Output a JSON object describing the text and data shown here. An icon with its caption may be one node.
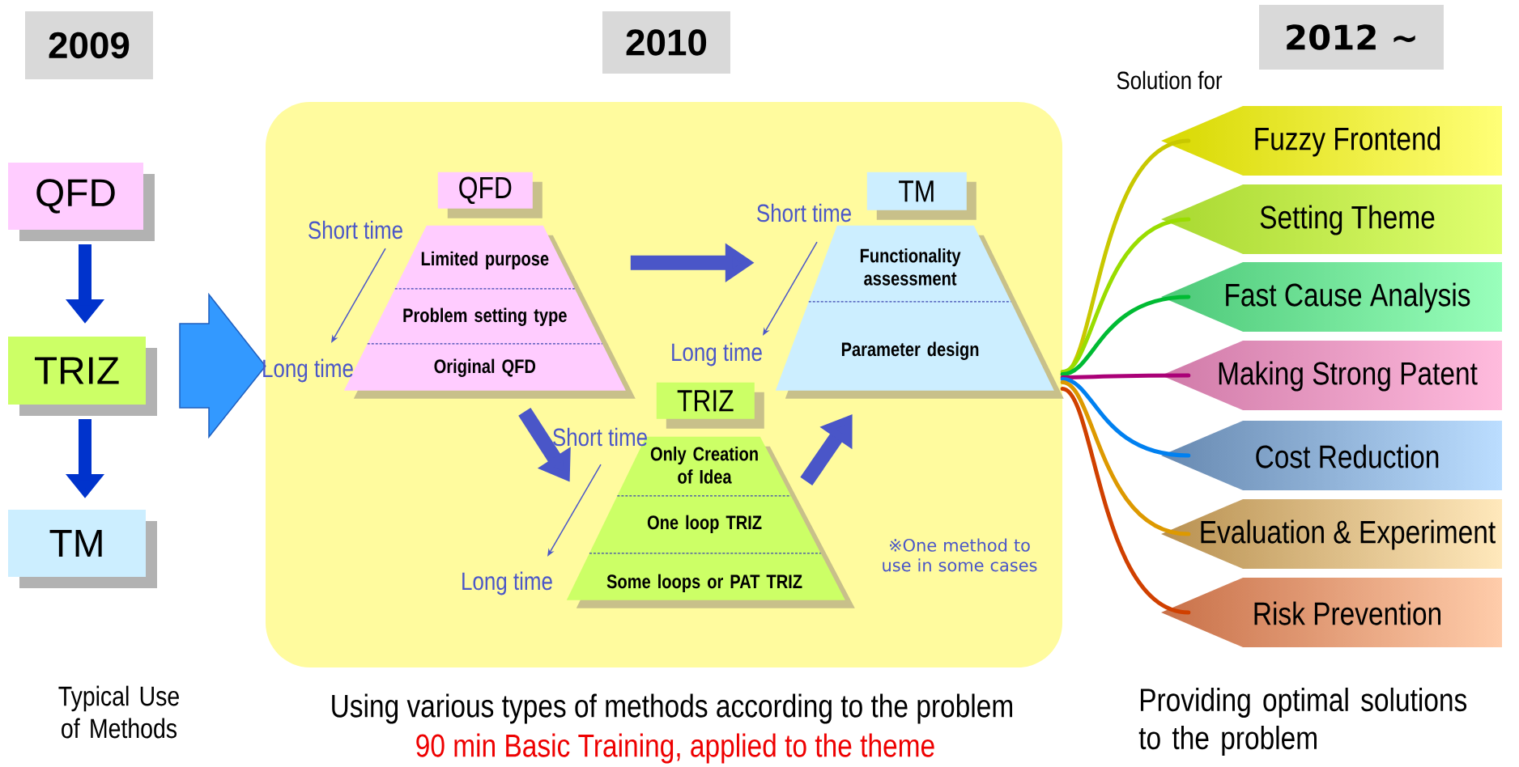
{
  "diagram": {
    "nodes": [
      {
        "text": [
          "2009"
        ]
      },
      {
        "text": [
          "QFD"
        ]
      },
      {
        "text": [
          "TRIZ"
        ]
      },
      {
        "text": [
          "TM"
        ]
      },
      {
        "text": [
          "2010"
        ]
      },
      {
        "text": [],
        "shape": "box"
      },
      {
        "text": [
          "QFD"
        ],
        "in": 5
      },
      {
        "text": [
          "Limited purpose",
          "Problem setting type",
          "Original QFD"
        ],
        "in": 5
      },
      {
        "text": [
          "TM"
        ],
        "in": 5
      },
      {
        "text": [
          "Functionality assessment",
          "Parameter design"
        ],
        "in": 5
      },
      {
        "text": [
          "TRIZ"
        ],
        "in": 5
      },
      {
        "text": [
          "Only Creation of Idea",
          "One loop TRIZ",
          "Some loops or PAT TRIZ"
        ],
        "in": 5
      },
      {
        "text": [
          "2012 ∼"
        ]
      },
      {
        "text": [
          "Fuzzy Frontend"
        ]
      },
      {
        "text": [
          "Setting Theme"
        ]
      },
      {
        "text": [
          "Fast Cause Analysis"
        ]
      },
      {
        "text": [
          "Making Strong Patent"
        ]
      },
      {
        "text": [
          "Cost Reduction"
        ]
      },
      {
        "text": [
          "Evaluation & Experiment"
        ]
      },
      {
        "text": [
          "Risk Prevention"
        ]
      }
    ],
    "edges": [
      {
        "from": 1,
        "to": 2,
        "arrow": "to",
        "style": "thick",
        "color": "#0033cc"
      },
      {
        "from": 2,
        "to": 3,
        "arrow": "to",
        "style": "thick",
        "color": "#0033cc"
      },
      {
        "from": null,
        "to": 5,
        "arrow": "to",
        "style": "thick",
        "color": "#3399ff"
      },
      {
        "from": 7,
        "to": 9,
        "arrow": "to",
        "style": "thick",
        "color": "#4a56c8"
      },
      {
        "from": 7,
        "to": 11,
        "arrow": "to",
        "style": "thick",
        "color": "#4a56c8"
      },
      {
        "from": 11,
        "to": 9,
        "arrow": "to",
        "style": "thick",
        "color": "#4a56c8"
      },
      {
        "from": 5,
        "to": 13,
        "arrow": "none",
        "color": "#c8c800"
      },
      {
        "from": 5,
        "to": 14,
        "arrow": "none",
        "color": "#99dd00"
      },
      {
        "from": 5,
        "to": 15,
        "arrow": "none",
        "color": "#00bb33"
      },
      {
        "from": 5,
        "to": 16,
        "arrow": "none",
        "color": "#aa0077"
      },
      {
        "from": 5,
        "to": 17,
        "arrow": "none",
        "color": "#0080f0"
      },
      {
        "from": 5,
        "to": 18,
        "arrow": "none",
        "color": "#dd9900"
      },
      {
        "from": 5,
        "to": 19,
        "arrow": "none",
        "color": "#d04000"
      }
    ],
    "labels": [
      "Solution for",
      "Short time",
      "Long time",
      "Short time",
      "Long time",
      "Short time",
      "Long time",
      "※One method to use in some cases",
      "Typical Use of Methods",
      "Using various types of methods according to the problem",
      "90 min Basic Training, applied to the theme",
      "Providing optimal solutions to the problem"
    ]
  }
}
